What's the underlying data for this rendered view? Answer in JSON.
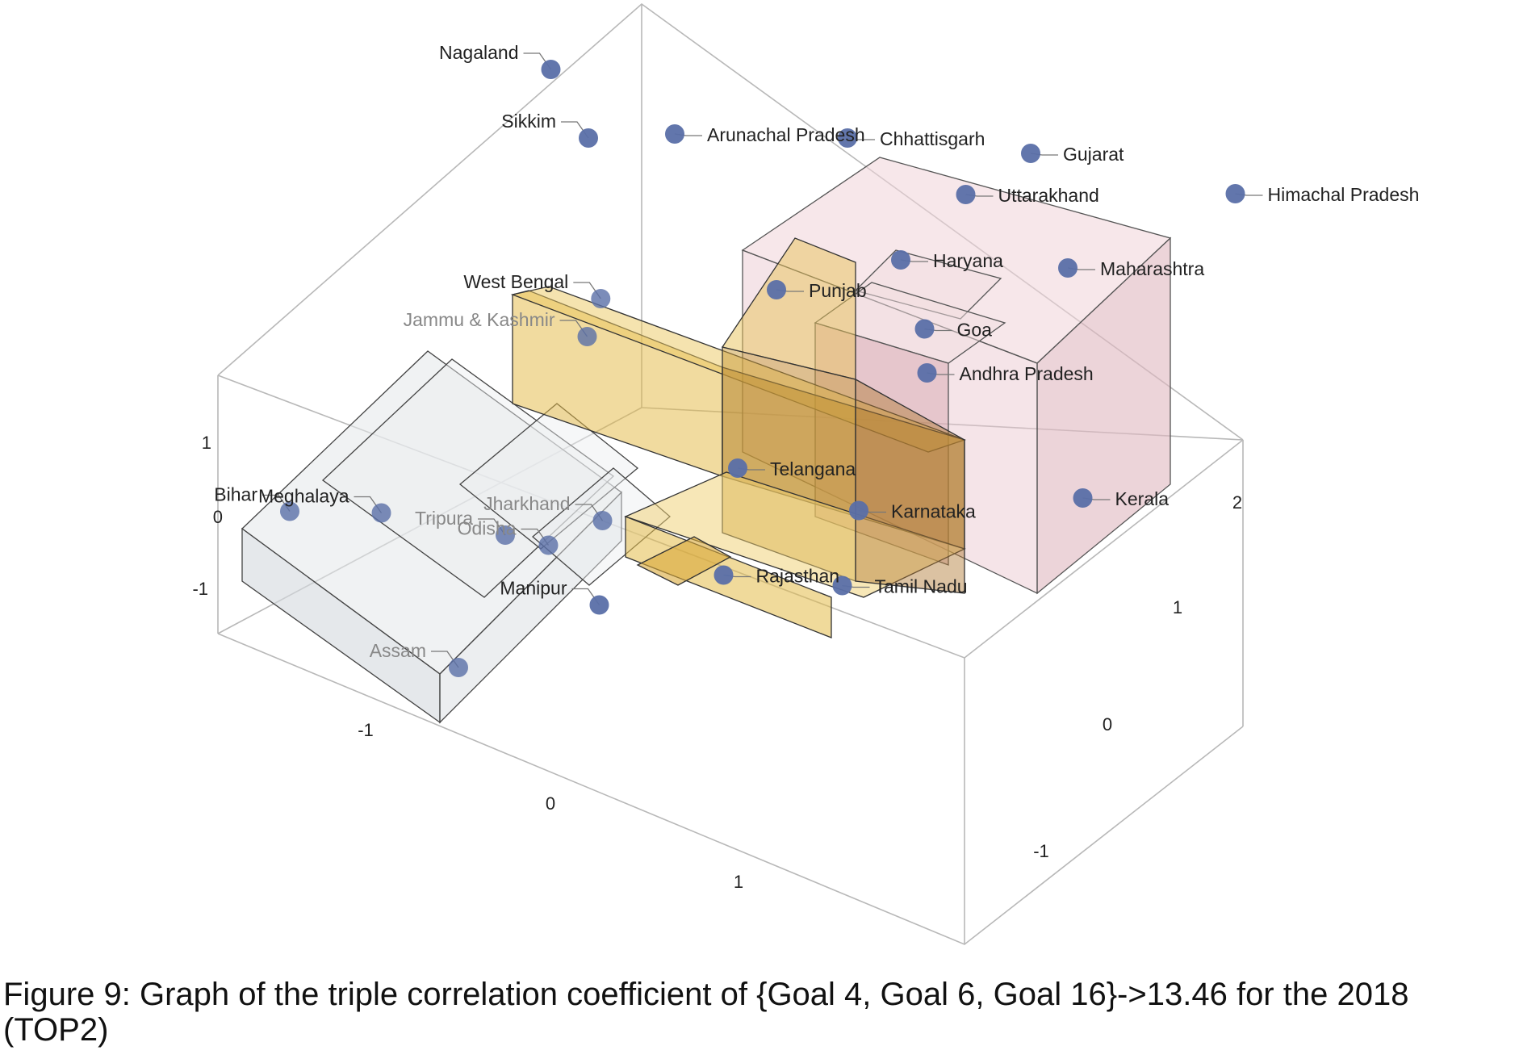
{
  "caption": "Figure 9: Graph of the triple correlation coefficient of {Goal 4, Goal 6, Goal 16}->13.46 for the 2018 (TOP2)",
  "colors": {
    "point": "#5a6fa8",
    "cluster_gray": "#d4d8de",
    "cluster_gold": "#e0b030",
    "cluster_pink": "#e8c0c8",
    "frame": "#b8b8b8"
  },
  "chart_data": {
    "type": "scatter3d",
    "title": "",
    "xlabel": "",
    "ylabel": "",
    "zlabel": "",
    "xticks": [
      "-1",
      "0",
      "1"
    ],
    "yticks": [
      "-1",
      "0",
      "1",
      "2"
    ],
    "zticks": [
      "-1",
      "0",
      "1"
    ],
    "xlim": [
      -1.9,
      2.2
    ],
    "ylim": [
      -1.6,
      2.6
    ],
    "zlim": [
      -1.3,
      1.8
    ],
    "clusters": [
      {
        "id": "gray",
        "box_x": [
          -1.9,
          0.5
        ],
        "box_y": [
          -1.5,
          1.0
        ],
        "box_z": [
          -1.2,
          0.3
        ]
      },
      {
        "id": "gold",
        "box_x": [
          -0.4,
          1.3
        ],
        "box_y": [
          -0.6,
          2.2
        ],
        "box_z": [
          -0.9,
          1.0
        ]
      },
      {
        "id": "pink",
        "box_x": [
          0.6,
          2.2
        ],
        "box_y": [
          0.4,
          2.6
        ],
        "box_z": [
          -0.4,
          1.5
        ]
      }
    ],
    "points": [
      {
        "label": "Bihar",
        "x": -1.8,
        "y": -0.6,
        "z": -1.05,
        "cluster": "gray"
      },
      {
        "label": "Meghalaya",
        "x": -1.3,
        "y": -0.5,
        "z": -0.85,
        "cluster": "gray"
      },
      {
        "label": "Assam",
        "x": -0.35,
        "y": -1.2,
        "z": -0.95,
        "cluster": "gray"
      },
      {
        "label": "Tripura",
        "x": -0.6,
        "y": -0.4,
        "z": -0.7,
        "cluster": "gray"
      },
      {
        "label": "Odisha",
        "x": -0.4,
        "y": -0.3,
        "z": -0.75,
        "cluster": "gray"
      },
      {
        "label": "Jharkhand",
        "x": -0.2,
        "y": -0.1,
        "z": -0.6,
        "cluster": "gray"
      },
      {
        "label": "Jammu & Kashmir",
        "x": -0.7,
        "y": 0.5,
        "z": 0.1,
        "cluster": "gray"
      },
      {
        "label": "West Bengal",
        "x": -0.65,
        "y": 0.55,
        "z": 0.4,
        "cluster": "gray"
      },
      {
        "label": "Nagaland",
        "x": -1.6,
        "y": 1.5,
        "z": 0.9,
        "cluster": "gold"
      },
      {
        "label": "Sikkim",
        "x": -1.3,
        "y": 1.4,
        "z": 0.6,
        "cluster": "gold"
      },
      {
        "label": "Arunachal Pradesh",
        "x": -0.9,
        "y": 1.6,
        "z": 0.7,
        "cluster": "gold"
      },
      {
        "label": "Chhattisgarh",
        "x": -0.1,
        "y": 2.0,
        "z": 0.8,
        "cluster": "gold"
      },
      {
        "label": "Punjab",
        "x": 0.0,
        "y": 1.2,
        "z": 0.3,
        "cluster": "gold"
      },
      {
        "label": "Haryana",
        "x": 0.5,
        "y": 1.6,
        "z": 0.5,
        "cluster": "pink"
      },
      {
        "label": "Telangana",
        "x": 0.3,
        "y": 0.4,
        "z": -0.3,
        "cluster": "gold"
      },
      {
        "label": "Manipur",
        "x": 0.05,
        "y": -0.5,
        "z": -0.8,
        "cluster": "gold"
      },
      {
        "label": "Rajasthan",
        "x": 0.55,
        "y": -0.1,
        "z": -0.6,
        "cluster": "gold"
      },
      {
        "label": "Karnataka",
        "x": 1.05,
        "y": 0.4,
        "z": -0.2,
        "cluster": "gold"
      },
      {
        "label": "Tamil Nadu",
        "x": 1.15,
        "y": 0.1,
        "z": -0.5,
        "cluster": "gold"
      },
      {
        "label": "Andhra Pradesh",
        "x": 1.0,
        "y": 1.1,
        "z": 0.3,
        "cluster": "gold"
      },
      {
        "label": "Goa",
        "x": 0.85,
        "y": 1.3,
        "z": 0.4,
        "cluster": "pink"
      },
      {
        "label": "Uttarakhand",
        "x": 0.7,
        "y": 1.9,
        "z": 0.9,
        "cluster": "pink"
      },
      {
        "label": "Gujarat",
        "x": 0.9,
        "y": 2.2,
        "z": 1.1,
        "cluster": "pink"
      },
      {
        "label": "Maharashtra",
        "x": 1.4,
        "y": 1.8,
        "z": 0.8,
        "cluster": "pink"
      },
      {
        "label": "Himachal Pradesh",
        "x": 2.1,
        "y": 2.3,
        "z": 1.4,
        "cluster": "pink"
      },
      {
        "label": "Kerala",
        "x": 2.1,
        "y": 0.9,
        "z": 0.1,
        "cluster": "pink"
      }
    ]
  }
}
